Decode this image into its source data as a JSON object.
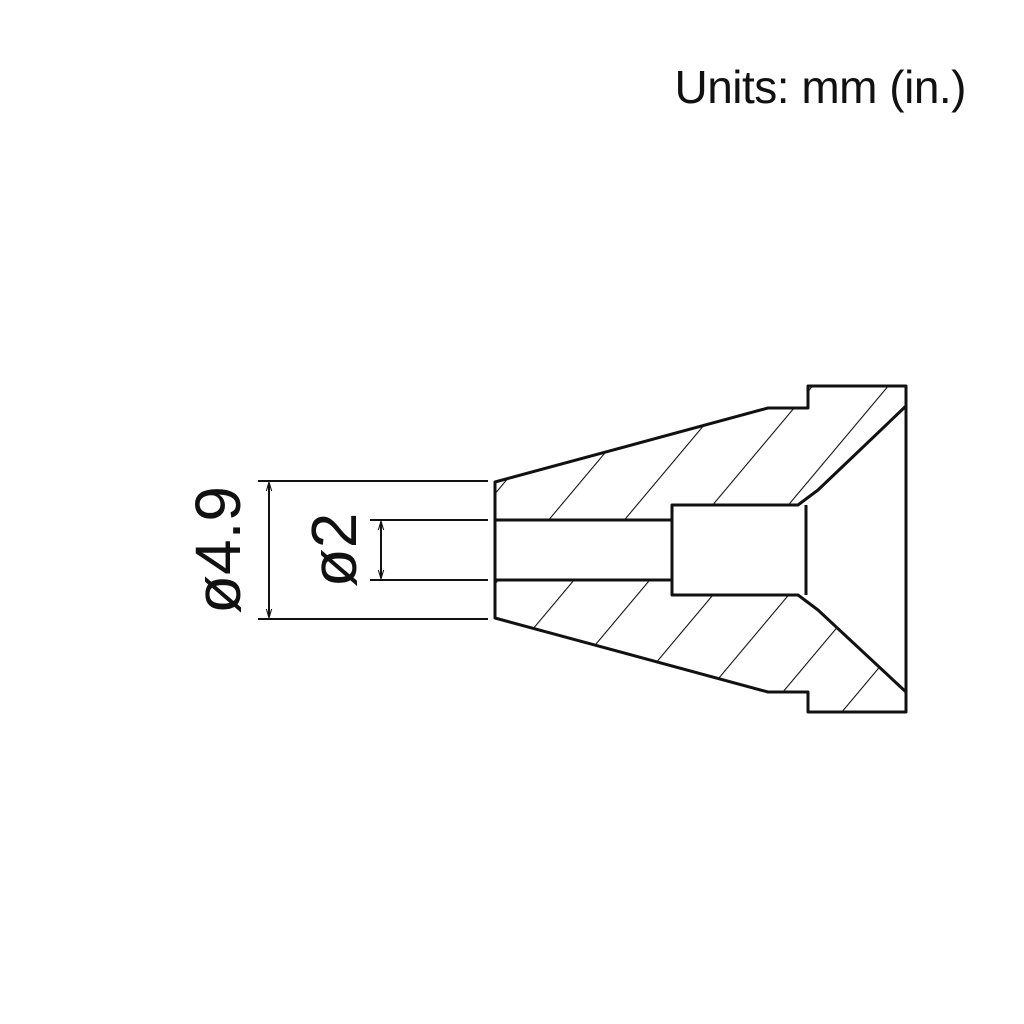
{
  "units_label": "Units: mm (in.)",
  "dimensions": {
    "outer_diameter": "ø4.9",
    "inner_diameter": "ø2"
  },
  "colors": {
    "line": "#111111",
    "background": "#ffffff"
  }
}
